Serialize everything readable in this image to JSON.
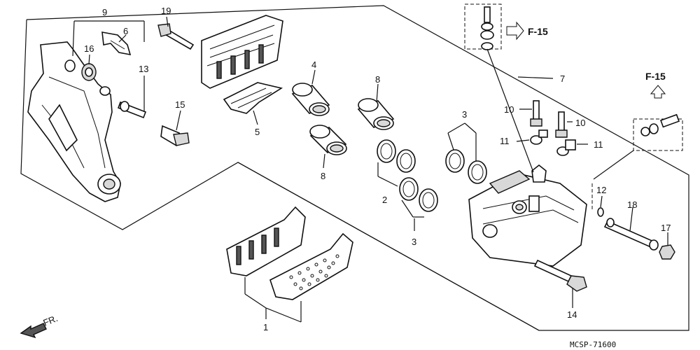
{
  "callouts": {
    "c1": "1",
    "c2": "2",
    "c3a": "3",
    "c3b": "3",
    "c4": "4",
    "c5": "5",
    "c6": "6",
    "c7": "7",
    "c8a": "8",
    "c8b": "8",
    "c9": "9",
    "c10a": "10",
    "c10b": "10",
    "c11a": "11",
    "c11b": "11",
    "c12": "12",
    "c13": "13",
    "c14": "14",
    "c15": "15",
    "c16": "16",
    "c17": "17",
    "c18": "18",
    "c19": "19"
  },
  "references": {
    "f15_right": "F-15",
    "f15_top": "F-15"
  },
  "direction": "FR.",
  "drawing_code": "MCSP-71600"
}
